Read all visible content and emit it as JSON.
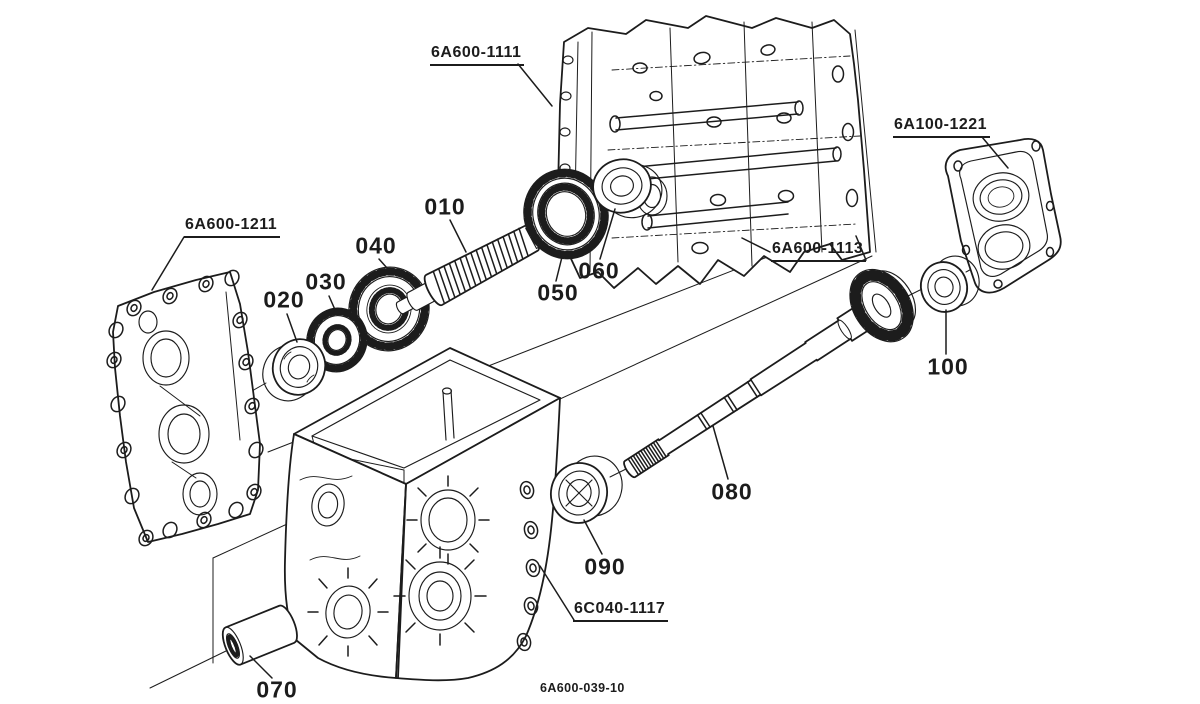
{
  "diagram": {
    "background_color": "#ffffff",
    "line_color": "#1c1c1c",
    "footer_code": "6A600-039-10",
    "part_labels": {
      "top_case": "6A600-1111",
      "right_cover": "6A100-1221",
      "left_plate": "6A600-1211",
      "top_case_alt": "6A600-1113",
      "bottom_case": "6C040-1117"
    },
    "callouts": {
      "c010": "010",
      "c020": "020",
      "c030": "030",
      "c040": "040",
      "c050": "050",
      "c060": "060",
      "c070": "070",
      "c080": "080",
      "c090": "090",
      "c100": "100"
    }
  }
}
